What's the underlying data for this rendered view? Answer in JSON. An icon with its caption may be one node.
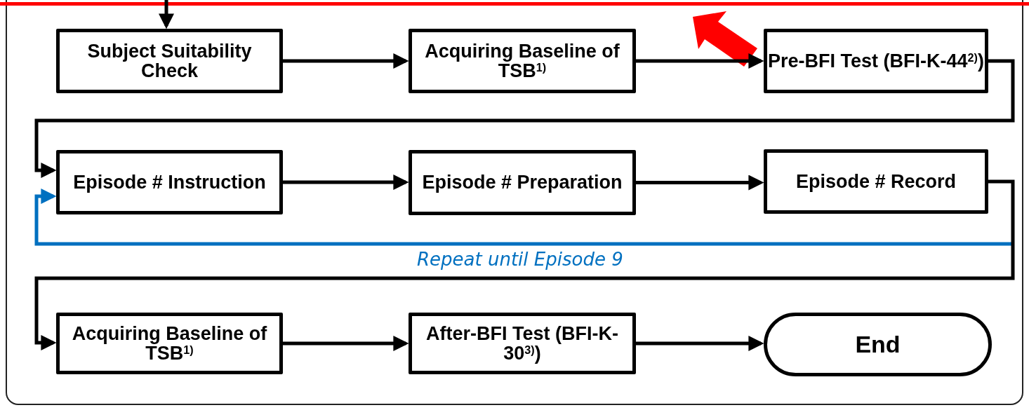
{
  "diagram": {
    "nodes": [
      {
        "text": [
          "Subject Suitability Check"
        ]
      },
      {
        "text": [
          "Acquiring Baseline of TSB$^{1)}$"
        ]
      },
      {
        "text": [
          "Pre-BFI Test (BFI-K-44$^{2)}$)"
        ]
      },
      {
        "text": [
          "Episode # Instruction"
        ]
      },
      {
        "text": [
          "Episode # Preparation"
        ]
      },
      {
        "text": [
          "Episode # Record"
        ]
      },
      {
        "text": [
          "Acquiring Baseline of TSB$^{1)}$"
        ]
      },
      {
        "text": [
          "After-BFI Test (BFI-K-30$^{3)}$)"
        ]
      },
      {
        "text": [
          "End"
        ]
      }
    ],
    "edges": [
      {
        "from": null,
        "to": 0,
        "arrow": "to"
      },
      {
        "from": 0,
        "to": 1,
        "arrow": "to"
      },
      {
        "from": 1,
        "to": 2,
        "arrow": "to"
      },
      {
        "from": 2,
        "to": 3,
        "arrow": "to"
      },
      {
        "from": 3,
        "to": 4,
        "arrow": "to"
      },
      {
        "from": 4,
        "to": 5,
        "arrow": "to"
      },
      {
        "from": 5,
        "to": 3,
        "arrow": "to",
        "label": "Repeat until Episode 9",
        "color": "#0070c0"
      },
      {
        "from": 5,
        "to": 6,
        "arrow": "to"
      },
      {
        "from": 6,
        "to": 7,
        "arrow": "to"
      },
      {
        "from": 7,
        "to": 8,
        "arrow": "to"
      }
    ]
  }
}
